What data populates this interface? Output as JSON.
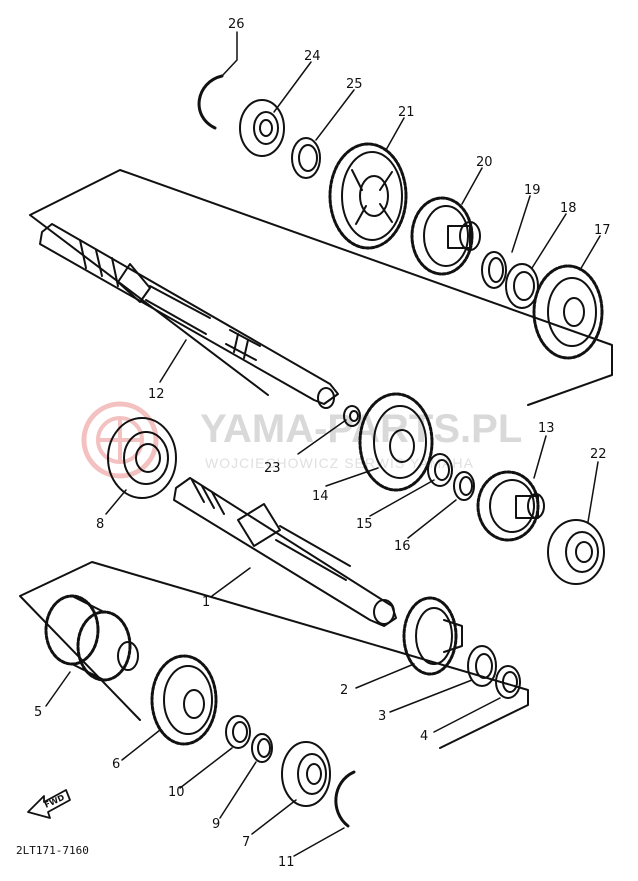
{
  "watermark": {
    "brand_text": "YAMA-PARTS.PL",
    "sub_text": "WOJCIECHOWICZ SERWIS YAMAHA",
    "logo_color": "#e05050"
  },
  "diagram_code": "2LT171-7160",
  "front_arrow_text": "FWD",
  "part_labels": {
    "p1": "1",
    "p2": "2",
    "p3": "3",
    "p4": "4",
    "p5": "5",
    "p6": "6",
    "p7": "7",
    "p8": "8",
    "p9": "9",
    "p10": "10",
    "p11": "11",
    "p12": "12",
    "p13": "13",
    "p14": "14",
    "p15": "15",
    "p16": "16",
    "p17": "17",
    "p18": "18",
    "p19": "19",
    "p20": "20",
    "p21": "21",
    "p22": "22",
    "p23": "23",
    "p24": "24",
    "p25": "25",
    "p26": "26"
  },
  "colors": {
    "ink": "#111111"
  }
}
